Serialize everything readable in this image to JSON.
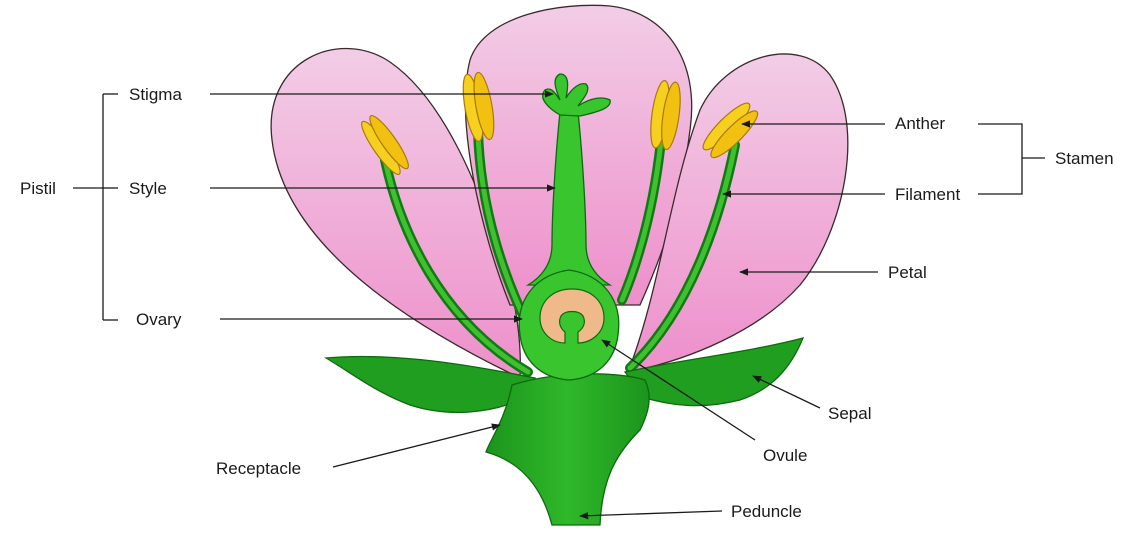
{
  "diagram": {
    "labels": {
      "pistil": "Pistil",
      "stigma": "Stigma",
      "style": "Style",
      "ovary": "Ovary",
      "anther": "Anther",
      "filament": "Filament",
      "stamen": "Stamen",
      "petal": "Petal",
      "sepal": "Sepal",
      "ovule": "Ovule",
      "receptacle": "Receptacle",
      "peduncle": "Peduncle"
    },
    "colors": {
      "petal_top": "#f2cde6",
      "petal_bottom": "#ee8fcb",
      "stem_green": "#1f9e1f",
      "stem_light": "#3fcf2f",
      "dark_green": "#127a12",
      "anther_yellow": "#f7cf1e",
      "anther_edge": "#b8860b",
      "ovule_fill": "#efb98a",
      "outline": "#3a2a2a",
      "line": "#1a1a1a"
    }
  }
}
